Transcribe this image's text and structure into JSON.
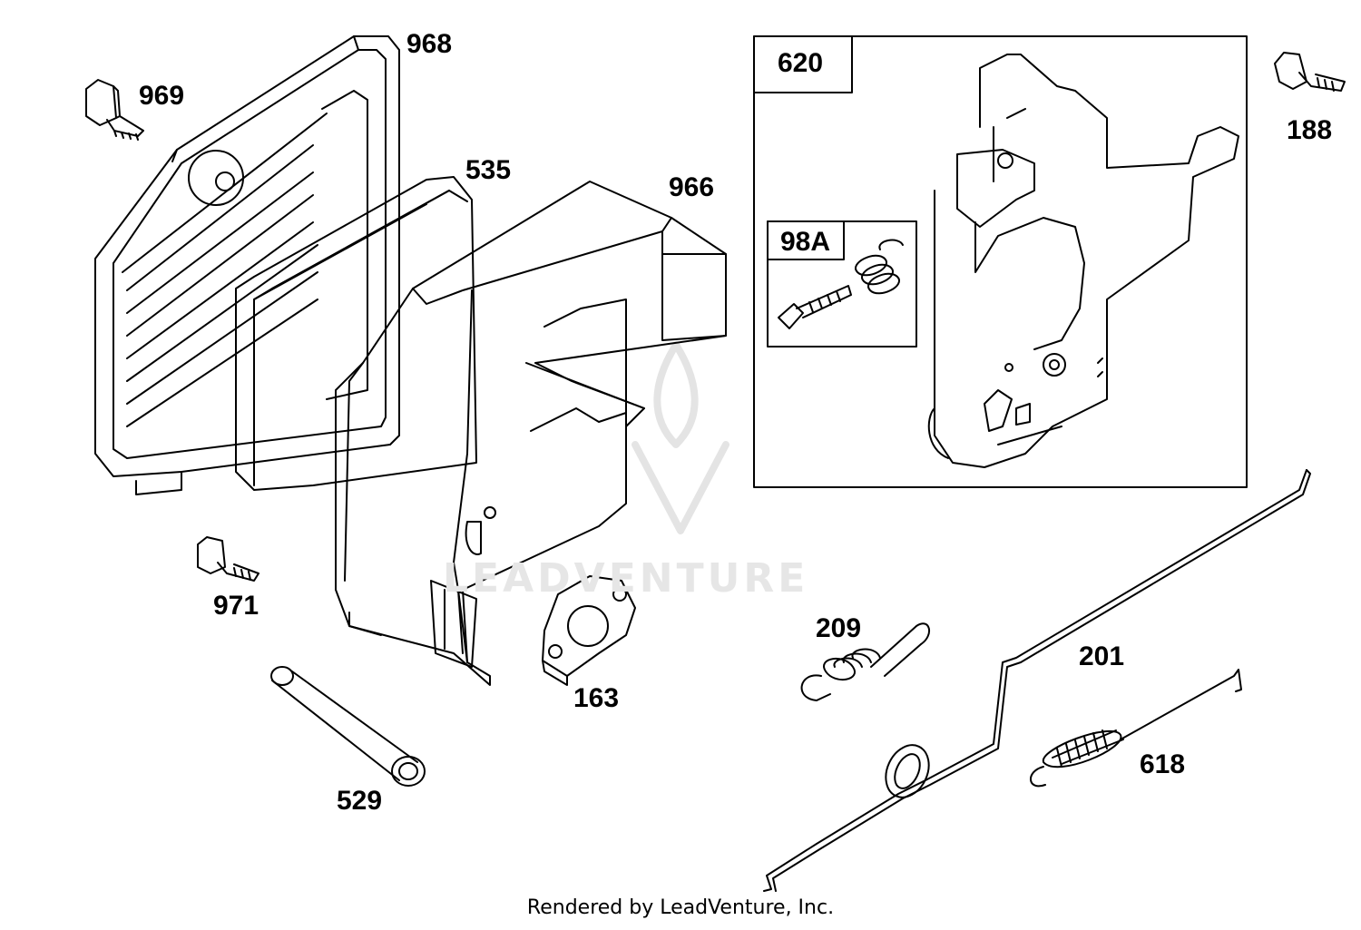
{
  "parts": {
    "p968": "968",
    "p969": "969",
    "p535": "535",
    "p966": "966",
    "p620": "620",
    "p98a": "98A",
    "p188": "188",
    "p971": "971",
    "p163": "163",
    "p209": "209",
    "p201": "201",
    "p618": "618",
    "p529": "529"
  },
  "watermark": "LEADVENTURE",
  "footer": "Rendered by LeadVenture, Inc."
}
